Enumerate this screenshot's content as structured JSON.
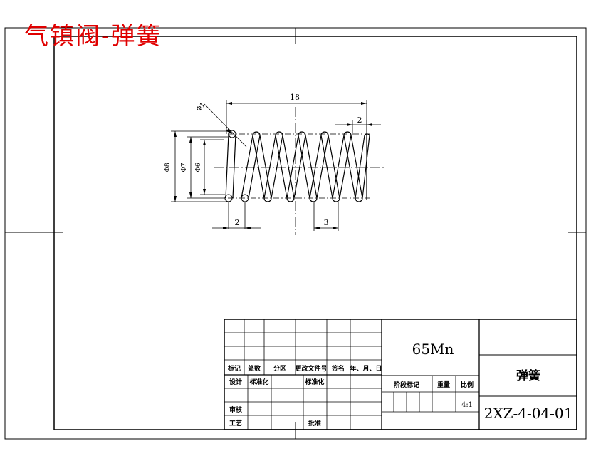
{
  "heading": "气镇阀-弹簧",
  "drawing": {
    "dimensions": {
      "length_18": "18",
      "pitch_right_2": "2",
      "end_left_2": "2",
      "spacing_3": "3",
      "dia_outer": "Φ8",
      "dia_mid": "Φ7",
      "dia_inner": "Φ6",
      "wire": "Φ1"
    }
  },
  "title_block": {
    "header_labels": [
      "标记",
      "处数",
      "分区",
      "更改文件号",
      "签名",
      "年、月、日"
    ],
    "row_design": [
      "设计",
      "标准化"
    ],
    "row_review": "审核",
    "row_process": [
      "工艺",
      "批准"
    ],
    "std_label": "标准化",
    "material": "65Mn",
    "stage_label": "阶段标记",
    "weight_label": "重量",
    "scale_label": "比例",
    "scale_value": "4:1",
    "part_name": "弹簧",
    "drawing_number": "2XZ-4-04-01"
  }
}
